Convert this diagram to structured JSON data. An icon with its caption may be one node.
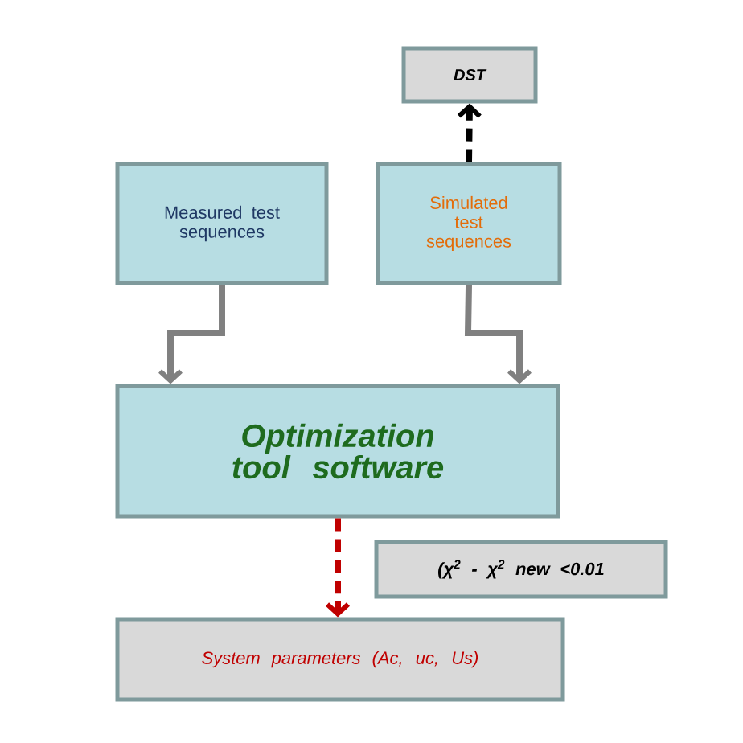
{
  "diagram": {
    "nodes": [
      {
        "text": [
          "DST"
        ]
      },
      {
        "text": [
          "Measured test sequences"
        ]
      },
      {
        "text": [
          "Simulated test sequences"
        ]
      },
      {
        "text": [
          "Optimization tool software"
        ]
      },
      {
        "text": [
          "(χ$^{2}$ - χ$^{2}$ new <0.01"
        ]
      },
      {
        "text": [
          "System parameters (Ac, uc, Us)"
        ]
      }
    ],
    "edges": [
      {
        "from": 1,
        "to": 3,
        "arrow": "to"
      },
      {
        "from": 2,
        "to": 3,
        "arrow": "to"
      },
      {
        "from": 2,
        "to": 0,
        "arrow": "to",
        "style": "dashed",
        "color": "#000000"
      },
      {
        "from": 3,
        "to": 5,
        "arrow": "to",
        "style": "dashed",
        "color": "#c00000"
      }
    ]
  }
}
